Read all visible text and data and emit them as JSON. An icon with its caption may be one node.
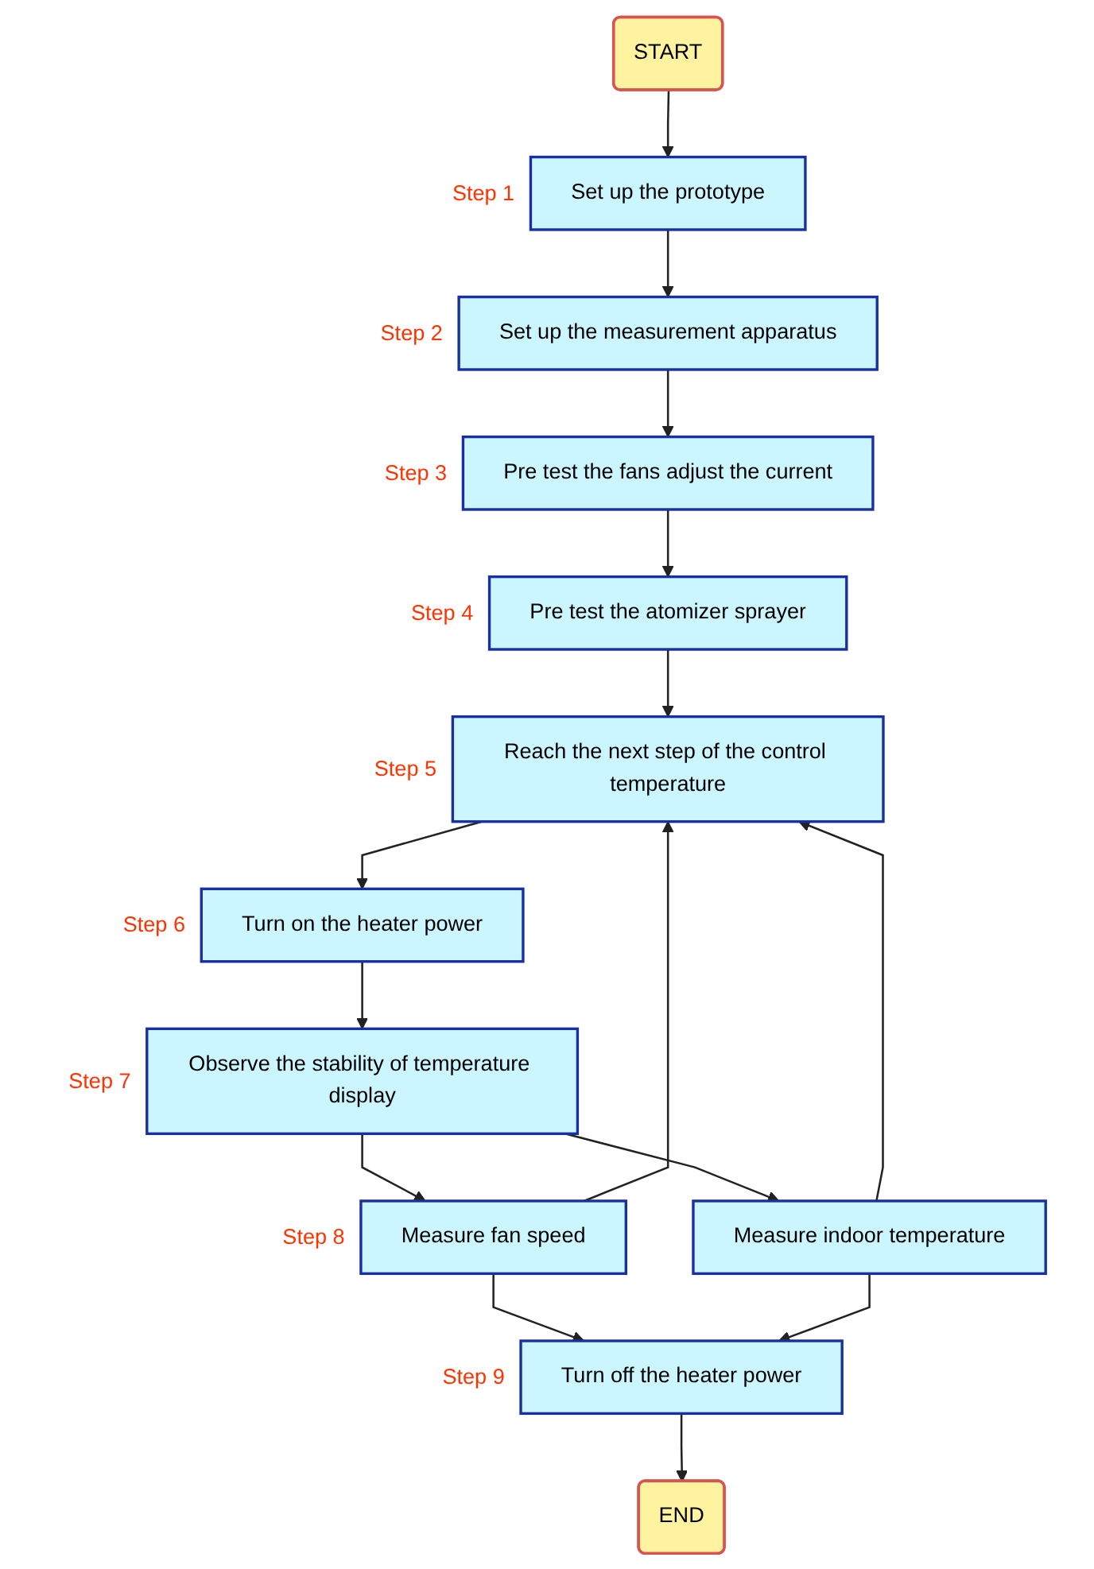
{
  "diagram": {
    "nodes": [
      {
        "text": [
          "START"
        ]
      },
      {
        "text": [
          "Set up the prototype"
        ],
        "beside": [
          "Step 1"
        ]
      },
      {
        "text": [
          "Set up the measurement apparatus"
        ],
        "beside": [
          "Step 2"
        ]
      },
      {
        "text": [
          "Pre test the fans adjust the current"
        ],
        "beside": [
          "Step 3"
        ]
      },
      {
        "text": [
          "Pre test the atomizer sprayer"
        ],
        "beside": [
          "Step 4"
        ]
      },
      {
        "text": [
          "Reach the next step of the control temperature"
        ],
        "beside": [
          "Step 5"
        ]
      },
      {
        "text": [
          "Turn on the heater power"
        ],
        "beside": [
          "Step 6"
        ]
      },
      {
        "text": [
          "Observe the stability of temperature display"
        ],
        "beside": [
          "Step 7"
        ]
      },
      {
        "text": [
          "Measure fan speed"
        ],
        "beside": [
          "Step 8"
        ]
      },
      {
        "text": [
          "Measure indoor temperature"
        ]
      },
      {
        "text": [
          "Turn off the heater power"
        ],
        "beside": [
          "Step 9"
        ]
      },
      {
        "text": [
          "END"
        ]
      }
    ],
    "edges": [
      {
        "from": 0,
        "to": 1,
        "arrow": "to"
      },
      {
        "from": 1,
        "to": 2,
        "arrow": "to"
      },
      {
        "from": 2,
        "to": 3,
        "arrow": "to"
      },
      {
        "from": 3,
        "to": 4,
        "arrow": "to"
      },
      {
        "from": 4,
        "to": 5,
        "arrow": "to"
      },
      {
        "from": 5,
        "to": 6,
        "arrow": "to"
      },
      {
        "from": 6,
        "to": 7,
        "arrow": "to"
      },
      {
        "from": 7,
        "to": 8,
        "arrow": "to"
      },
      {
        "from": 7,
        "to": 9,
        "arrow": "to"
      },
      {
        "from": 8,
        "to": 10,
        "arrow": "to"
      },
      {
        "from": 9,
        "to": 10,
        "arrow": "to"
      },
      {
        "from": 8,
        "to": 5,
        "arrow": "to"
      },
      {
        "from": 9,
        "to": 5,
        "arrow": "to"
      },
      {
        "from": 10,
        "to": 11,
        "arrow": "to"
      }
    ]
  }
}
